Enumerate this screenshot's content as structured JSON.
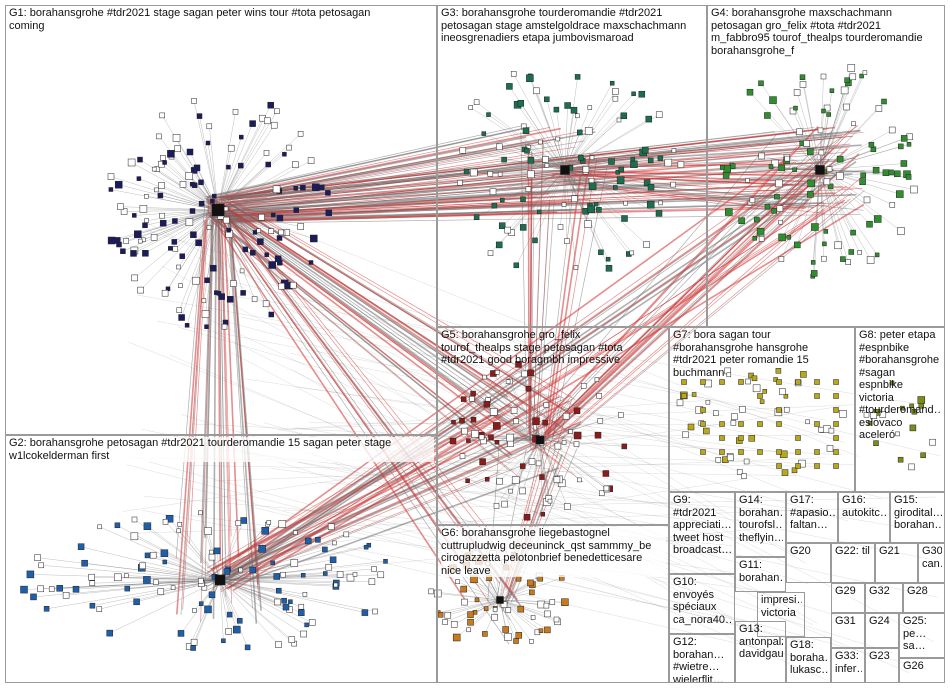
{
  "graph": {
    "groups": [
      {
        "id": "G1",
        "label": "G1: borahansgrohe #tdr2021 stage sagan peter wins tour #tota petosagan\ncoming",
        "color": "#1c1c5c"
      },
      {
        "id": "G2",
        "label": "G2: borahansgrohe petosagan #tdr2021 tourderomandie 15 sagan peter stage\nw1lcokelderman first",
        "color": "#1f5faa"
      },
      {
        "id": "G3",
        "label": "G3: borahansgrohe tourderomandie #tdr2021\npetosagan stage amstelgoldrace maxschachmann\nineosgrenadiers etapa jumbovismaroad",
        "color": "#1c6e4e"
      },
      {
        "id": "G4",
        "label": "G4: borahansgrohe maxschachmann\npetosagan gro_felix #tota #tdr2021\nm_fabbro95 tourof_thealps tourderomandie\nborahansgrohe_f",
        "color": "#2f8f2f"
      },
      {
        "id": "G5",
        "label": "G5: borahansgrohe gro_felix\ntourof_thealps stage petosagan #tota\n#tdr2021 good boragmbh impressive",
        "color": "#8c1c1c"
      },
      {
        "id": "G6",
        "label": "G6: borahansgrohe liegebastognel\ncuttrupludwig deceuninck_qst sammmy_be\nciro­gazzetta pelotonbrief benedetticesare\nnice leave",
        "color": "#c87a1c"
      },
      {
        "id": "G7",
        "label": "G7: bora sagan tour\n#borahansgrohe hansgrohe\n#tdr2021 peter romandie 15\nbuchmann",
        "color": "#b8a81c"
      },
      {
        "id": "G8",
        "label": "G8: peter etapa\n#espnbike\n#borahansgrohe\n#sagan\nespnbike\nvictoria\n#tourderomand…\neslovaco\naceleró",
        "color": "#7a8c1c"
      },
      {
        "id": "G9",
        "label": "G9:\n#tdr2021\nappreciati…\ntweet host\nbroadcast…",
        "color": "#8c3c8c"
      },
      {
        "id": "G10",
        "label": "G10:\nenvoyés\nspéciaux\nca_nora40…",
        "color": "#5c5c8c"
      },
      {
        "id": "G11",
        "label": "G11:\nborahan…",
        "color": "#3c5c8c"
      },
      {
        "id": "G12",
        "label": "G12:\nborahan…\n#wietre…\nwielerflit…",
        "color": "#3c3c3c"
      },
      {
        "id": "G13",
        "label": "G13:\nantonpalzer\ndavidgaud…",
        "color": "#5c3c1c"
      },
      {
        "id": "G14",
        "label": "G14:\nborahan…\ntourofsl…\ntheflyin…",
        "color": "#1c5c5c"
      },
      {
        "id": "G15",
        "label": "G15:\ngirodital…\nborahan…",
        "color": "#8c8c1c"
      },
      {
        "id": "G16",
        "label": "G16:\nautokitc…",
        "color": "#1c8c5c"
      },
      {
        "id": "G17",
        "label": "G17:\n#apasio…\nfaltan…",
        "color": "#8c1c5c"
      },
      {
        "id": "G18",
        "label": "G18:\nboraha…\nlukasc…",
        "color": "#5c1c8c"
      },
      {
        "id": "G20",
        "label": "G20",
        "color": "#1c1c8c"
      },
      {
        "id": "G21",
        "label": "G21",
        "color": "#3c3c3c"
      },
      {
        "id": "G22",
        "label": "G22: til",
        "color": "#3c3c3c"
      },
      {
        "id": "G23",
        "label": "G23",
        "color": "#3c3c3c"
      },
      {
        "id": "G24",
        "label": "G24",
        "color": "#3c3c3c"
      },
      {
        "id": "G25",
        "label": "G25:\npe…\nsa…",
        "color": "#3c3c3c"
      },
      {
        "id": "G26",
        "label": "G26",
        "color": "#3c3c3c"
      },
      {
        "id": "G28",
        "label": "G28",
        "color": "#3c3c3c"
      },
      {
        "id": "G29",
        "label": "G29",
        "color": "#3c3c3c"
      },
      {
        "id": "G30",
        "label": "G30:\ncan…",
        "color": "#3c3c3c"
      },
      {
        "id": "G31",
        "label": "G31",
        "color": "#3c3c3c"
      },
      {
        "id": "G32",
        "label": "G32",
        "color": "#3c3c3c"
      },
      {
        "id": "G33",
        "label": "G33:\ninfer…",
        "color": "#3c3c3c"
      },
      {
        "id": "G19",
        "label": "impresi…\nvictoria",
        "color": "#3c3c3c"
      }
    ],
    "edge_colors": {
      "intra": "#6e6e6e",
      "inter": "#d23030"
    }
  }
}
